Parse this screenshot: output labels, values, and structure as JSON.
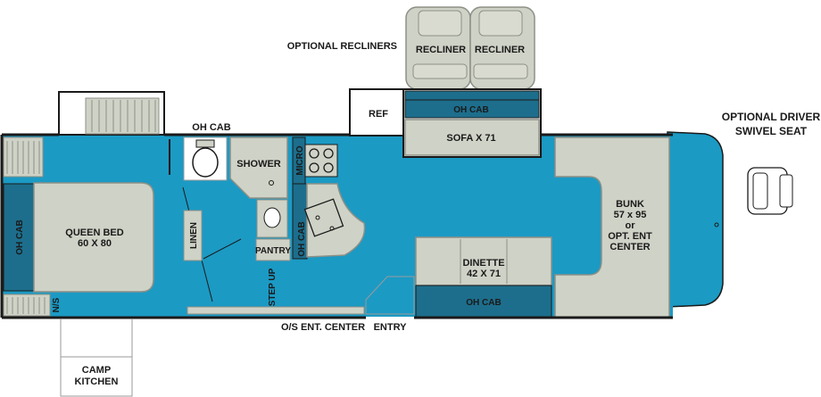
{
  "colors": {
    "floor": "#1b9ac4",
    "cabinet": "#1d6e8c",
    "furniture": "#cfd2c6",
    "furniture_edge": "#8d9086",
    "wall": "#1a1a1a",
    "outline": "#9a9a9a"
  },
  "labels": {
    "optional_recliners": "OPTIONAL RECLINERS",
    "recliner_left": "RECLINER",
    "recliner_right": "RECLINER",
    "optional_driver_line1": "OPTIONAL DRIVER",
    "optional_driver_line2": "SWIVEL SEAT",
    "oh_cab_top": "OH CAB",
    "ref": "REF",
    "oh_cab_sofa": "OH CAB",
    "sofa": "SOFA X 71",
    "shower": "SHOWER",
    "micro": "MICRO",
    "oh_cab_left": "OH CAB",
    "queen_bed_line1": "QUEEN BED",
    "queen_bed_line2": "60 X 80",
    "linen": "LINEN",
    "pantry": "PANTRY",
    "oh_cab_kitchen": "OH CAB",
    "step_up": "STEP UP",
    "dinette_line1": "DINETTE",
    "dinette_line2": "42 X 71",
    "oh_cab_dinette": "OH CAB",
    "bunk_line1": "BUNK",
    "bunk_line2": "57 x 95",
    "bunk_line3": "or",
    "bunk_line4": "OPT. ENT",
    "bunk_line5": "CENTER",
    "ns": "N/S",
    "os_ent_center": "O/S ENT. CENTER",
    "entry": "ENTRY",
    "camp_kitchen_line1": "CAMP",
    "camp_kitchen_line2": "KITCHEN"
  }
}
